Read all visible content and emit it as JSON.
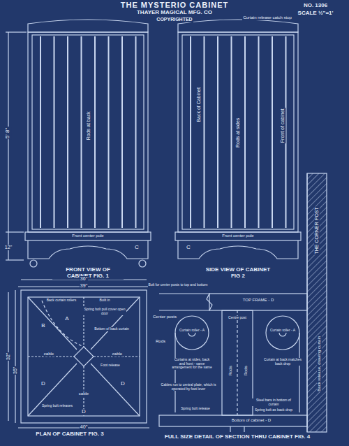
{
  "diagram": {
    "title": "THE MYSTERIO CABINET",
    "labels": [
      "THAYER MAGICAL MFG. CO",
      "COPYRIGHTED",
      "NO. 1306",
      "SCALE ½\"=1'",
      "FRONT VIEW OF CABINET FIG. 1",
      "SIDE VIEW OF CABINET FIG 2",
      "PLAN OF CABINET FIG. 3",
      "FULL SIZE DETAIL OF SECTION THRU CABINET FIG. 4",
      "Rods at back",
      "Back of Cabinet",
      "Rods at sides",
      "Front of cabinet",
      "Curtain release catch stop",
      "Front center pole",
      "Front center pole",
      "C",
      "C",
      "5' 8\"",
      "12\"",
      "36\"",
      "39\"",
      "40\"",
      "32\"",
      "35\"",
      "Back curtain rollers",
      "Built in",
      "Spring bolt pull cover open door",
      "Center posts",
      "Rods",
      "B",
      "D",
      "D",
      "A",
      "cable",
      "cable",
      "cable",
      "Bottom of back curtain",
      "Foot release",
      "Spring bolt releases",
      "D",
      "TOP FRAME - D",
      "Curtain roller - A",
      "Curtain roller - A",
      "Curtains at sides, back and front - same arrangement for the same",
      "Curtain at back matches back drop",
      "Cables run to central plate, which is operated by foot lever",
      "Spring bolt release",
      "Bottom of cabinet - D",
      "Rods",
      "Rods",
      "THE CORNER POST",
      "Back release, drawing curtain",
      "Bolt for center posts to top and bottom",
      "Centre post",
      "Steel bars in bottom of curtain",
      "Spring bolt as back drop"
    ]
  }
}
